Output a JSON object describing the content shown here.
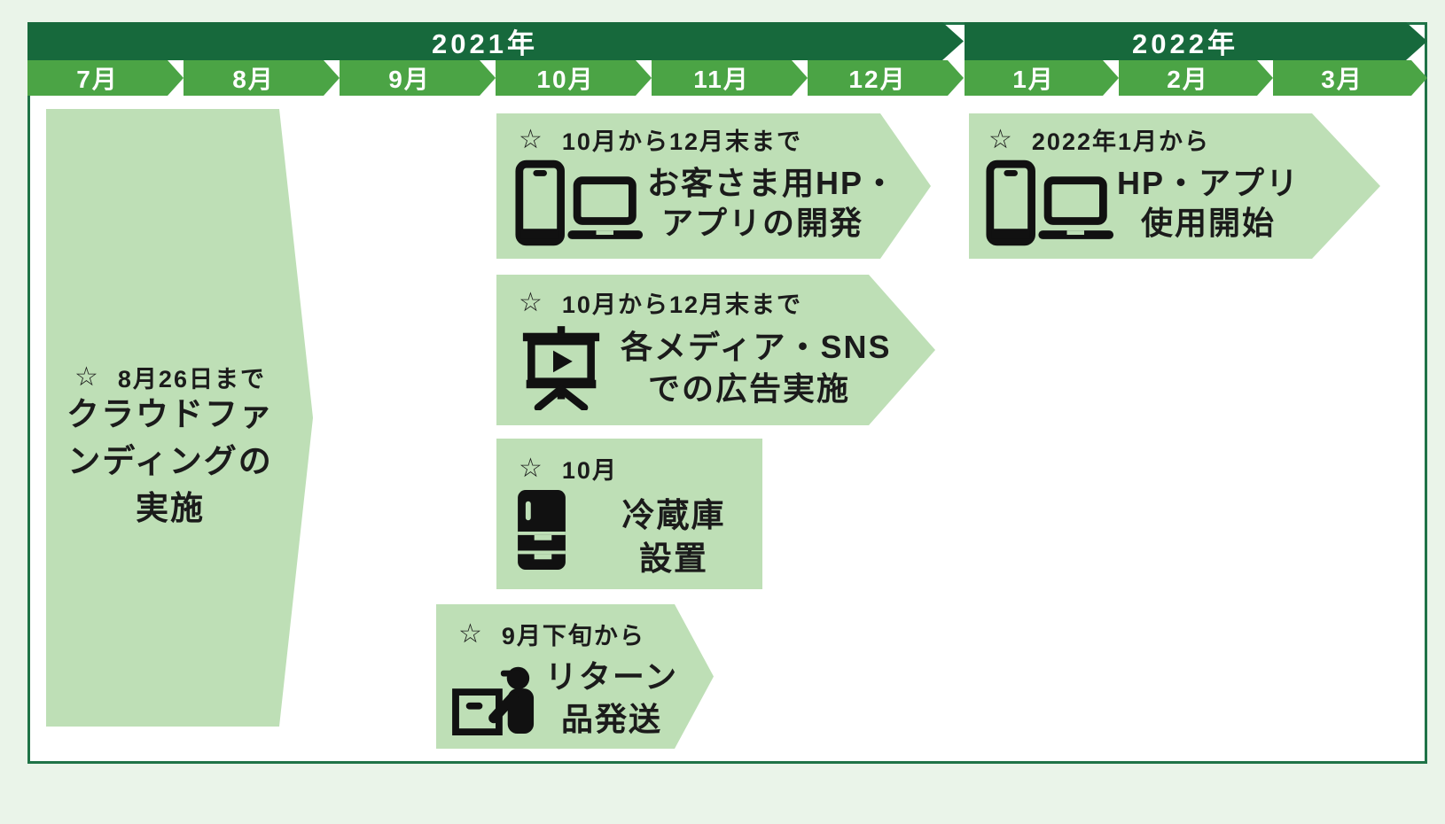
{
  "colors": {
    "page_background": "#eaf4e9",
    "frame_border": "#1f7347",
    "year_bar": "#17693c",
    "month_bar": "#4ba445",
    "task_block": "#bedfb6",
    "text": "#1b1b1b",
    "bar_text": "#ffffff"
  },
  "star": "☆",
  "timeline": {
    "years": [
      "2021年",
      "2022年"
    ],
    "months": [
      "7月",
      "8月",
      "9月",
      "10月",
      "11月",
      "12月",
      "1月",
      "2月",
      "3月"
    ]
  },
  "tasks": {
    "crowdfunding": {
      "period": "8月26日まで",
      "lines": [
        "クラウドファ",
        "ンディングの",
        "実施"
      ]
    },
    "hp_app_dev": {
      "period": "10月から12月末まで",
      "lines": [
        "お客さま用HP・",
        "アプリの開発"
      ],
      "icon": "smartphone-laptop-icon"
    },
    "hp_app_launch": {
      "period": "2022年1月から",
      "lines": [
        "HP・アプリ",
        "使用開始"
      ],
      "icon": "smartphone-laptop-icon"
    },
    "media_ads": {
      "period": "10月から12月末まで",
      "lines": [
        "各メディア・SNS",
        "での広告実施"
      ],
      "icon": "presentation-video-icon"
    },
    "fridge": {
      "period": "10月",
      "lines": [
        "冷蔵庫",
        "設置"
      ],
      "icon": "refrigerator-icon"
    },
    "returns": {
      "period": "9月下旬から",
      "lines": [
        "リターン",
        "品発送"
      ],
      "icon": "delivery-person-icon"
    }
  }
}
